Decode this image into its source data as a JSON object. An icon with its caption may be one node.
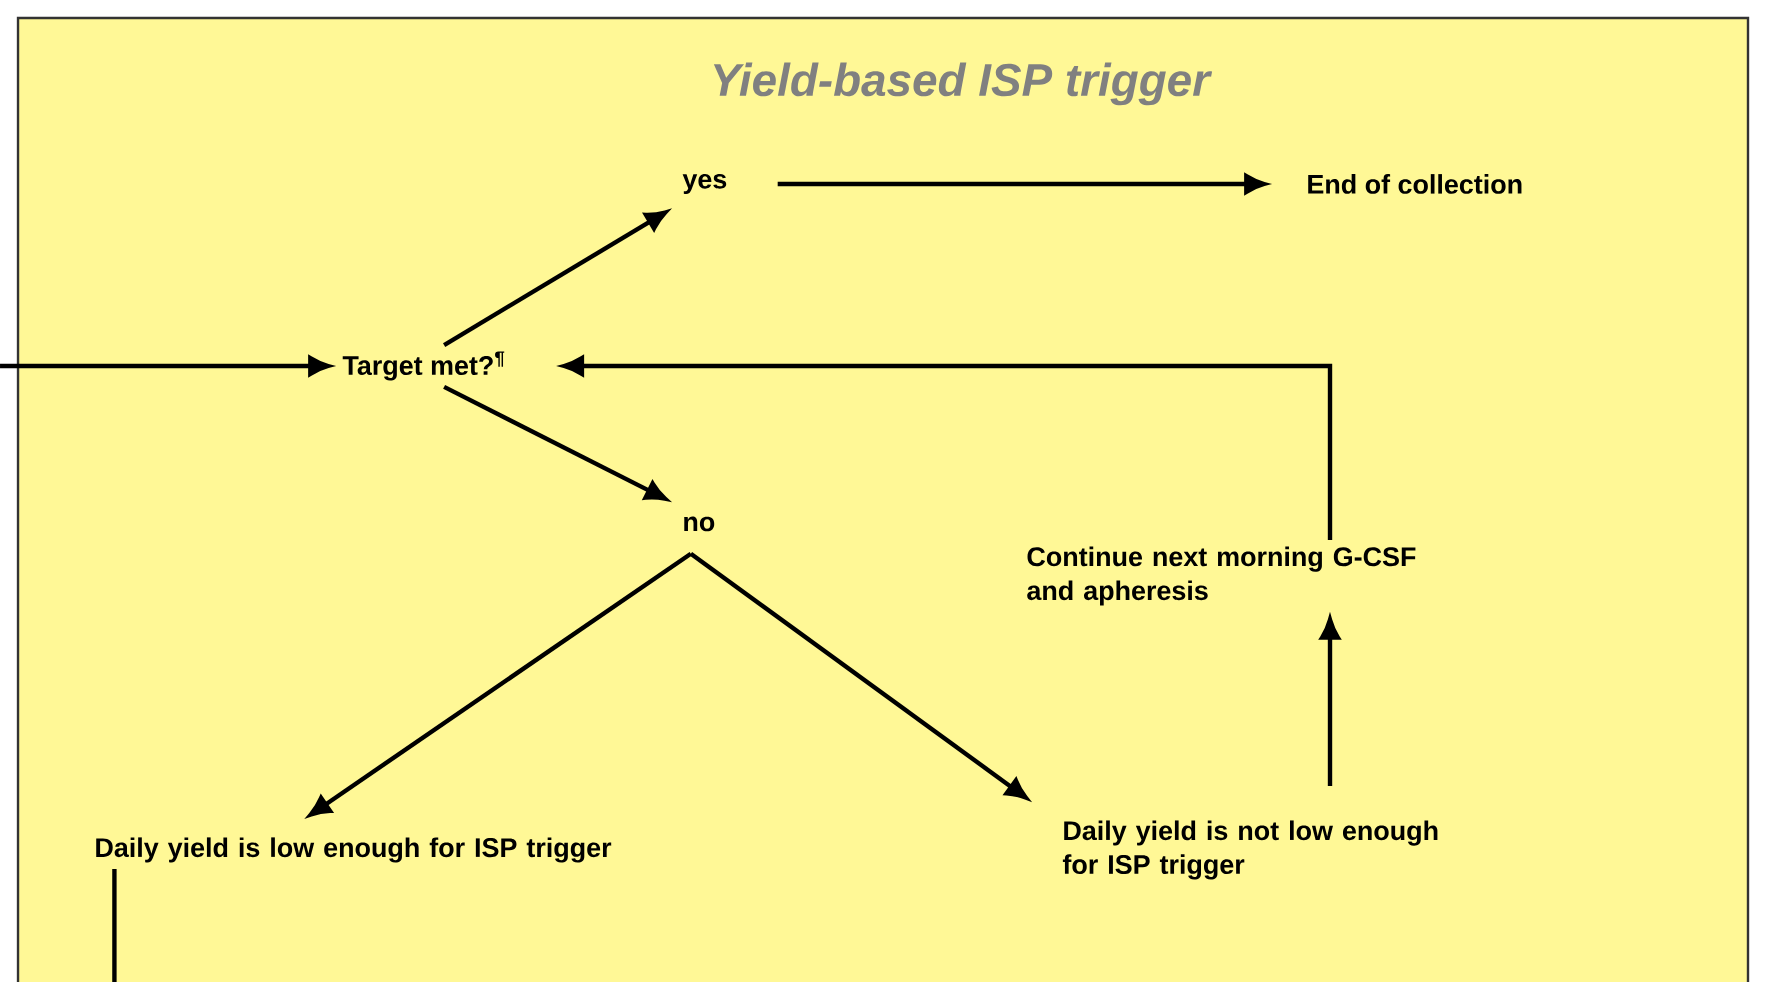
{
  "diagram": {
    "title": "Yield-based ISP trigger",
    "nodes": [
      {
        "text": [
          "Target met?$^{¶}$"
        ]
      },
      {
        "text": [
          "yes"
        ]
      },
      {
        "text": [
          "End of collection"
        ]
      },
      {
        "text": [
          "no"
        ]
      },
      {
        "text": [
          "Continue next morning G-CSF and apheresis"
        ]
      },
      {
        "text": [
          "Daily yield is low enough for ISP trigger"
        ]
      },
      {
        "text": [
          "Daily yield is not low enough for ISP trigger"
        ]
      }
    ],
    "edges": [
      {
        "from": null,
        "to": 0,
        "arrow": "to"
      },
      {
        "from": 0,
        "to": 1,
        "arrow": "to"
      },
      {
        "from": 1,
        "to": 2,
        "arrow": "to"
      },
      {
        "from": 0,
        "to": 3,
        "arrow": "to"
      },
      {
        "from": 3,
        "to": 5,
        "arrow": "to"
      },
      {
        "from": 3,
        "to": 6,
        "arrow": "to"
      },
      {
        "from": 6,
        "to": 4,
        "arrow": "to"
      },
      {
        "from": 4,
        "to": 0,
        "arrow": "to"
      },
      {
        "from": 5,
        "to": null,
        "arrow": "none"
      }
    ]
  }
}
